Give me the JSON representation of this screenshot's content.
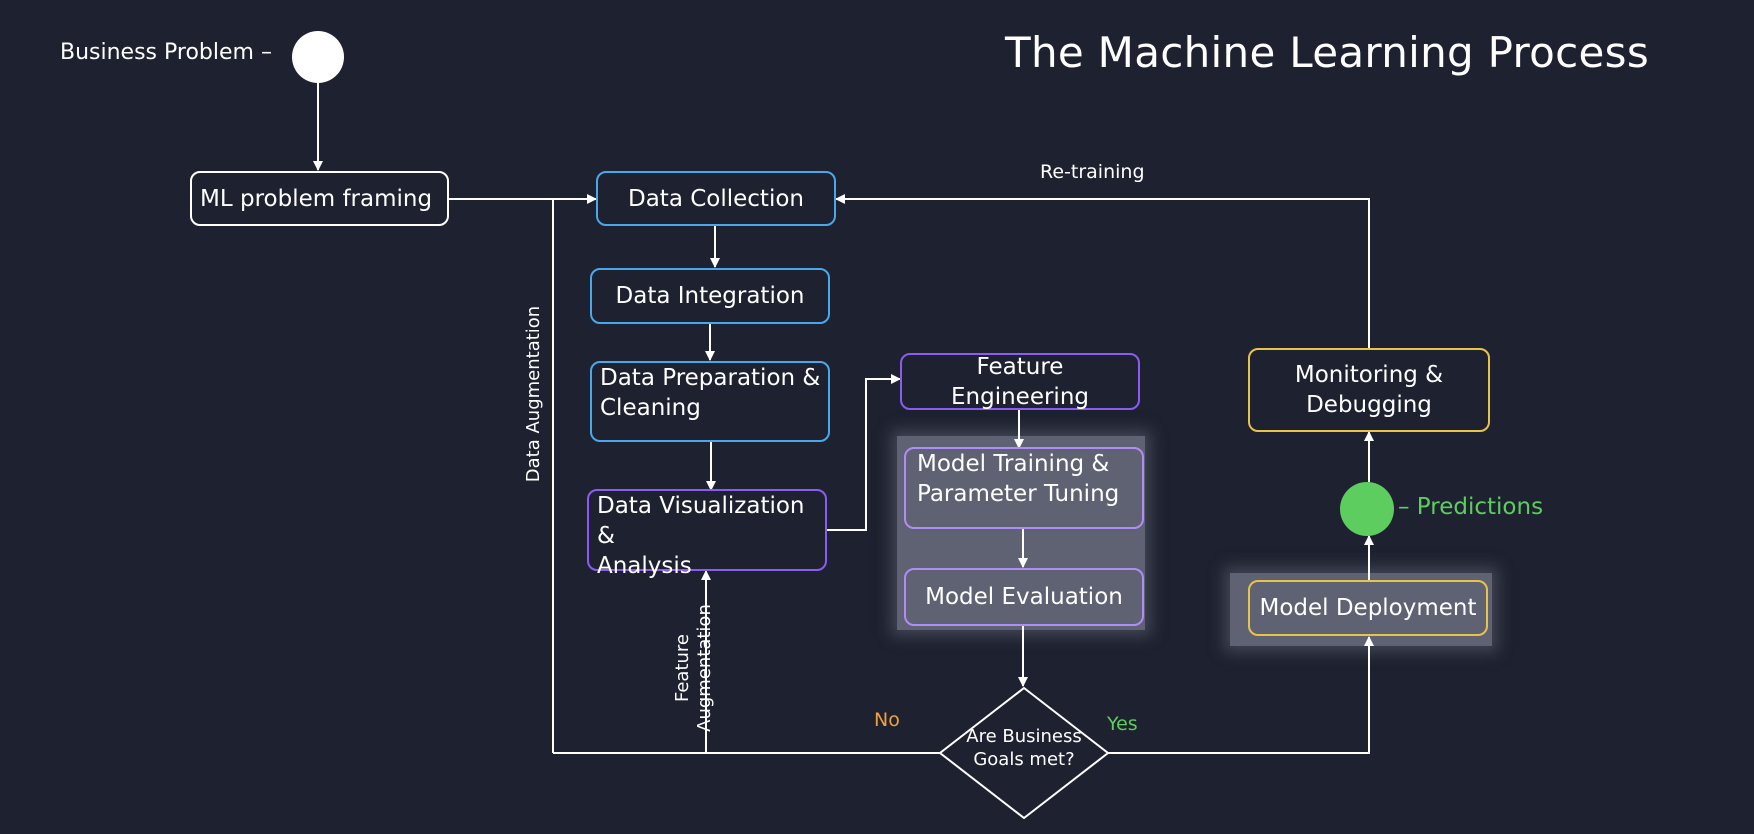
{
  "title": "The Machine Learning Process",
  "business_problem_label": "Business Problem –",
  "predictions_label": "– Predictions",
  "retraining_label": "Re-training",
  "data_augmentation_label": "Data Augmentation",
  "feature_augmentation_line1": "Feature",
  "feature_augmentation_line2": "Augmentation",
  "no_label": "No",
  "yes_label": "Yes",
  "decision": {
    "line1": "Are Business",
    "line2": "Goals met?"
  },
  "nodes": {
    "ml_framing": "ML problem framing",
    "data_collection": "Data Collection",
    "data_integration": "Data Integration",
    "data_prep_line1": "Data Preparation &",
    "data_prep_line2": "Cleaning",
    "data_vis_line1": "Data Visualization &",
    "data_vis_line2": "Analysis",
    "feature_eng": "Feature Engineering",
    "model_train_line1": "Model Training &",
    "model_train_line2": "Parameter Tuning",
    "model_eval": "Model Evaluation",
    "model_deploy": "Model Deployment",
    "monitoring_line1": "Monitoring &",
    "monitoring_line2": "Debugging"
  },
  "colors": {
    "background": "#1e2230",
    "blue": "#4aa8ea",
    "purple": "#8a5cf0",
    "gold": "#e8c34a",
    "green": "#5dcd5f",
    "orange": "#f0a03c",
    "shade": "#5e6272"
  }
}
